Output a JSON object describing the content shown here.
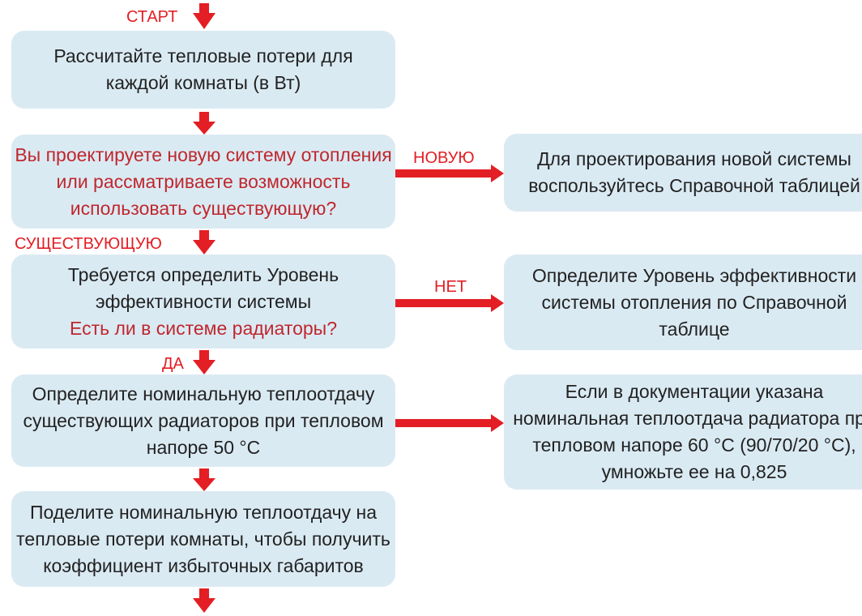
{
  "labels": {
    "start": "СТАРТ",
    "new": "НОВУЮ",
    "existing": "СУЩЕСТВУЮЩУЮ",
    "no": "НЕТ",
    "yes": "ДА"
  },
  "boxes": {
    "step1": [
      "Рассчитайте тепловые потери для",
      "каждой комнаты (в Вт)"
    ],
    "question1": [
      "Вы проектируете новую систему отопления",
      "или рассматриваете возможность",
      "использовать существующую?"
    ],
    "new_system": [
      "Для проектирования новой системы",
      "воспользуйтесь Справочной таблицей"
    ],
    "step2": [
      "Требуется определить Уровень",
      "эффективности системы"
    ],
    "question2": "Есть ли в системе радиаторы?",
    "efficiency": [
      "Определите Уровень эффективности",
      "системы отопления по Справочной",
      "таблице"
    ],
    "step3": [
      "Определите номинальную теплоотдачу",
      "существующих радиаторов при тепловом",
      "напоре 50 °C"
    ],
    "note": [
      "Если в документации указана",
      "номинальная теплоотдача радиатора при",
      "тепловом напоре 60 °C (90/70/20 °C),",
      "умножьте ее на 0,825"
    ],
    "step4": [
      "Поделите номинальную теплоотдачу на",
      "тепловые потери комнаты, чтобы получить",
      "коэффициент избыточных габаритов"
    ]
  },
  "colors": {
    "arrow": "#e31e24",
    "box_fill": "#daeaf3",
    "question_text": "#c0272d",
    "body_text": "#222222"
  }
}
